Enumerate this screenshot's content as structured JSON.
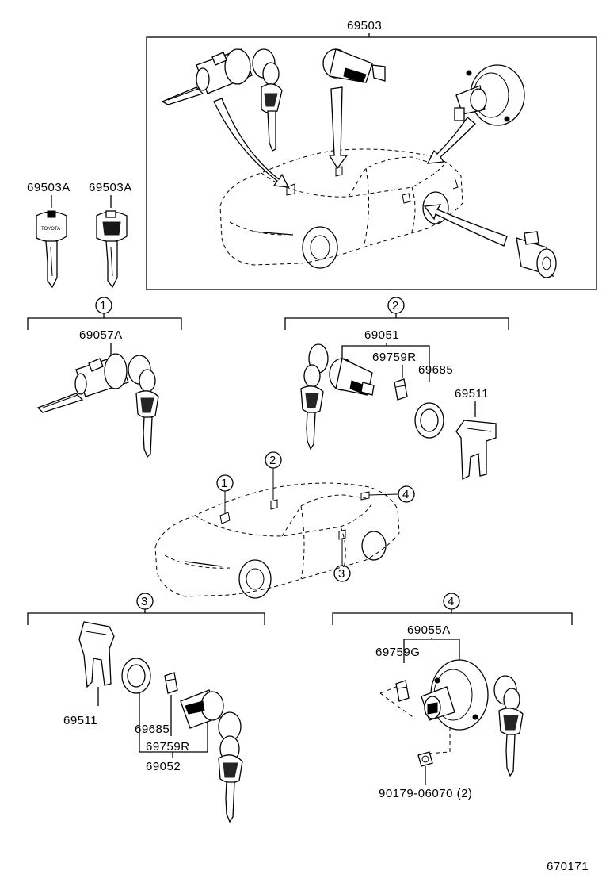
{
  "diagram": {
    "top_group_label": "69503",
    "key_labels": [
      "69503A",
      "69503A"
    ],
    "key_brand": "TOYOTA",
    "groups": [
      {
        "marker": "1",
        "assembly": "69057A"
      },
      {
        "marker": "2",
        "assembly": "69051",
        "sub_parts": [
          "69759R",
          "69685",
          "69511"
        ]
      },
      {
        "marker": "3",
        "assembly": "69052",
        "sub_parts": [
          "69511",
          "69685",
          "69759R"
        ]
      },
      {
        "marker": "4",
        "assembly": "69055A",
        "sub_parts": [
          "69759G",
          "90179-06070 (2)"
        ]
      }
    ],
    "car_markers": [
      "1",
      "2",
      "3",
      "4"
    ],
    "page_code": "670171"
  }
}
